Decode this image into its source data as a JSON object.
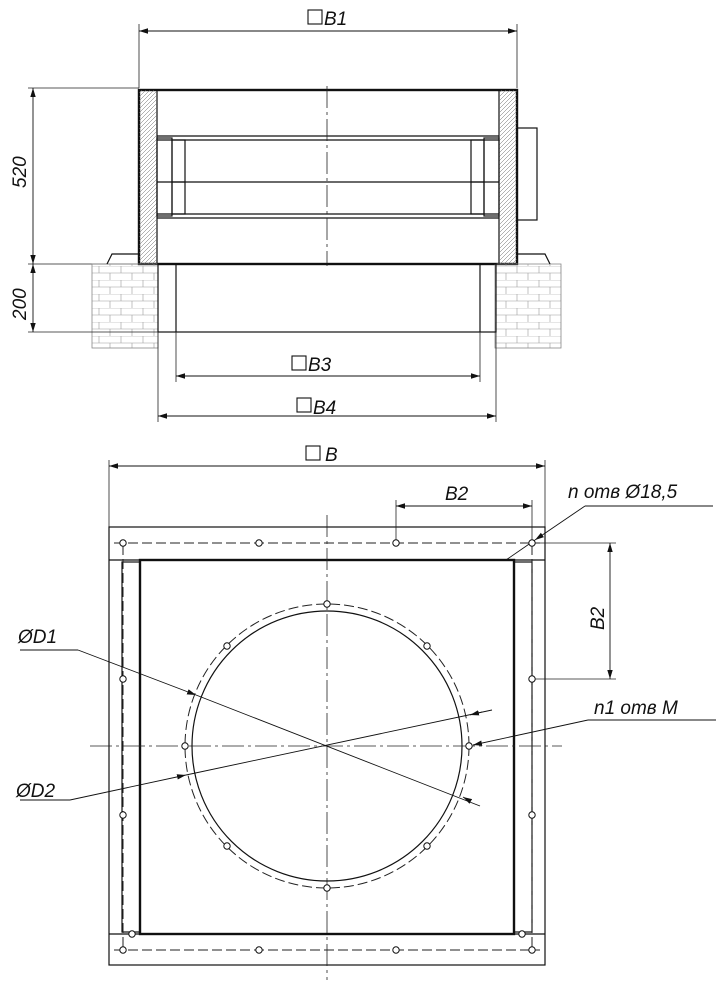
{
  "side_view": {
    "dim_b1": "B1",
    "dim_520": "520",
    "dim_200": "200",
    "dim_b3": "B3",
    "dim_b4": "B4"
  },
  "plan_view": {
    "dim_b": "B",
    "dim_b2_top": "B2",
    "dim_b2_right": "B2",
    "label_holes": "n отв Ø18,5",
    "label_m_holes": "n1 отв M",
    "label_d1": "ØD1",
    "label_d2": "ØD2"
  }
}
